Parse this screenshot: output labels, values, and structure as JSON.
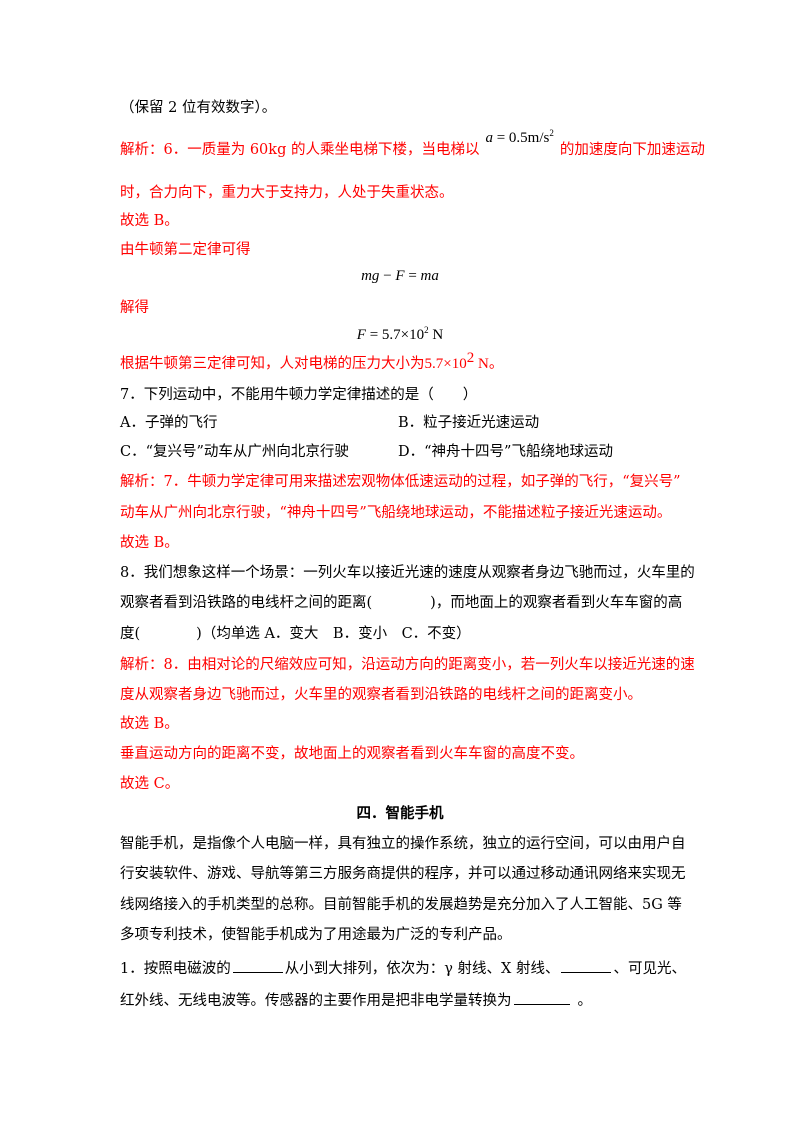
{
  "doc": {
    "l1": "（保留 2 位有效数字）。",
    "l2a": "解析：6．一质量为 60kg 的人乘坐电梯下楼，当电梯以",
    "l2_formula_lhs": "a",
    "l2_formula_rhs": " = 0.5m/s",
    "l2_formula_sup": "2",
    "l2b": "的加速度向下加速运动",
    "l3": "时，合力向下，重力大于支持力，人处于失重状态。",
    "l4": "故选 B。",
    "l5": "由牛顿第二定律可得",
    "eq1_a": "mg",
    "eq1_b": " − ",
    "eq1_c": "F",
    "eq1_d": " = ",
    "eq1_e": "ma",
    "l6": "解得",
    "eq2_a": "F",
    "eq2_b": " = 5.7×10",
    "eq2_sup": "2",
    "eq2_c": " N",
    "l7a": "根据牛顿第三定律可知，人对电梯的压力大小为",
    "l7_val": "5.7×10",
    "l7_sup": "2",
    "l7_unit": " N",
    "l7b": "。",
    "q7": "7．下列运动中，不能用牛顿力学定律描述的是（　　）",
    "q7_A": "A．子弹的飞行",
    "q7_B": "B．粒子接近光速运动",
    "q7_C": "C．“复兴号”动车从广州向北京行驶",
    "q7_D": "D．“神舟十四号”飞船绕地球运动",
    "a7_1": "解析：7．牛顿力学定律可用来描述宏观物体低速运动的过程，如子弹的飞行，“复兴号”",
    "a7_2": "动车从广州向北京行驶，“神舟十四号”飞船绕地球运动，不能描述粒子接近光速运动。",
    "a7_3": "故选 B。",
    "q8_1": "8．我们想象这样一个场景：一列火车以接近光速的速度从观察者身边飞驰而过，火车里的",
    "q8_2a": "观察者看到沿铁路的电线杆之间的距离(",
    "q8_2b": ")，而地面上的观察者看到火车车窗的高",
    "q8_3a": "度(",
    "q8_3b": ")（均单选 A．变大　B．变小　C．不变）",
    "a8_1": "解析：8．由相对论的尺缩效应可知，沿运动方向的距离变小，若一列火车以接近光速的速",
    "a8_2": "度从观察者身边飞驰而过，火车里的观察者看到沿铁路的电线杆之间的距离变小。",
    "a8_3": "故选 B。",
    "a8_4": "垂直运动方向的距离不变，故地面上的观察者看到火车车窗的高度不变。",
    "a8_5": "故选 C。",
    "section_title": "四．智能手机",
    "p1": "智能手机，是指像个人电脑一样，具有独立的操作系统，独立的运行空间，可以由用户自",
    "p2": "行安装软件、游戏、导航等第三方服务商提供的程序，并可以通过移动通讯网络来实现无",
    "p3": "线网络接入的手机类型的总称。目前智能手机的发展趋势是充分加入了人工智能、5G 等",
    "p4": "多项专利技术，使智能手机成为了用途最为广泛的专利产品。",
    "q1a": "1．按照电磁波的",
    "q1b": "从小到大排列，依次为：γ 射线、X 射线、",
    "q1c": "、可见光、",
    "q1_2a": "红外线、无线电波等。传感器的主要作用是把非电学量转换为",
    "q1_2b": "。"
  }
}
